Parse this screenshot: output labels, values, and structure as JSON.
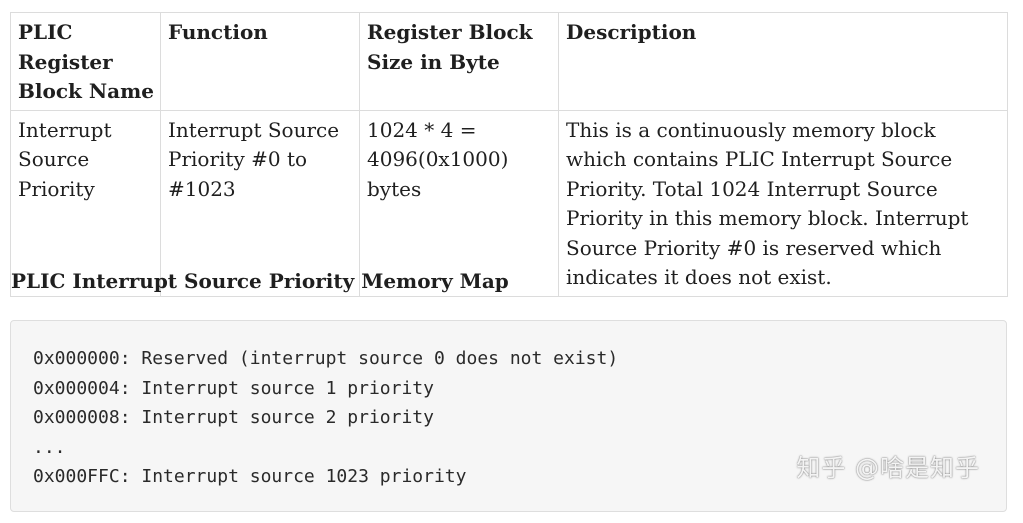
{
  "table": {
    "headers": [
      "PLIC Register Block Name",
      "Function",
      "Register Block Size in Byte",
      "Description"
    ],
    "rows": [
      [
        "Interrupt Source Priority",
        "Interrupt Source Priority #0 to #1023",
        "1024 * 4 = 4096(0x1000) bytes",
        "This is a continuously memory block which contains PLIC Interrupt Source Priority. Total 1024 Interrupt Source Priority in this memory block. Interrupt Source Priority #0 is reserved which indicates it does not exist."
      ]
    ]
  },
  "section_title": "PLIC Interrupt Source Priority Memory Map",
  "code_lines": [
    "0x000000: Reserved (interrupt source 0 does not exist)",
    "0x000004: Interrupt source 1 priority",
    "0x000008: Interrupt source 2 priority",
    "...",
    "0x000FFC: Interrupt source 1023 priority"
  ],
  "watermark": "知乎 @啥是知乎"
}
